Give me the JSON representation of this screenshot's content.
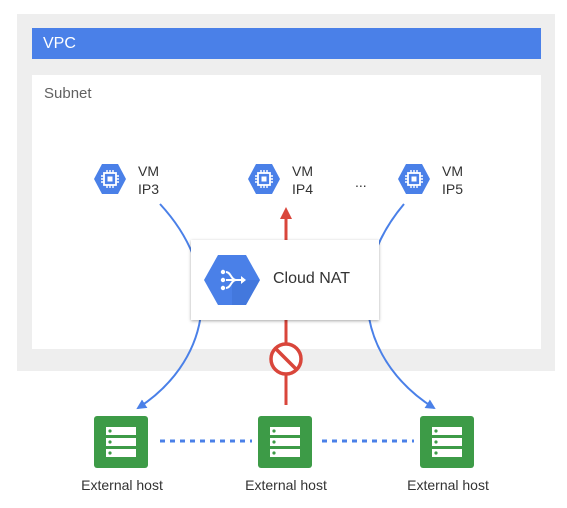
{
  "vpc": {
    "label": "VPC"
  },
  "subnet": {
    "label": "Subnet"
  },
  "vms": [
    {
      "type": "VM",
      "ip": "IP3"
    },
    {
      "type": "VM",
      "ip": "IP4"
    },
    {
      "type": "VM",
      "ip": "IP5"
    }
  ],
  "vm_gap": "...",
  "nat": {
    "label": "Cloud NAT"
  },
  "hosts": [
    {
      "label": "External host"
    },
    {
      "label": "External host"
    },
    {
      "label": "External host"
    }
  ],
  "colors": {
    "vpc_bar": "#4a80e8",
    "vpc_bg": "#eeeeee",
    "gcp_blue": "#4a80e8",
    "host_green": "#3d9b47",
    "blocked_red": "#d9463b",
    "flow_blue": "#4a80e8"
  },
  "icons": {
    "vm": "compute-engine-hexagon-icon",
    "nat": "cloud-nat-hexagon-icon",
    "host": "server-icon",
    "blocked": "no-entry-icon"
  }
}
